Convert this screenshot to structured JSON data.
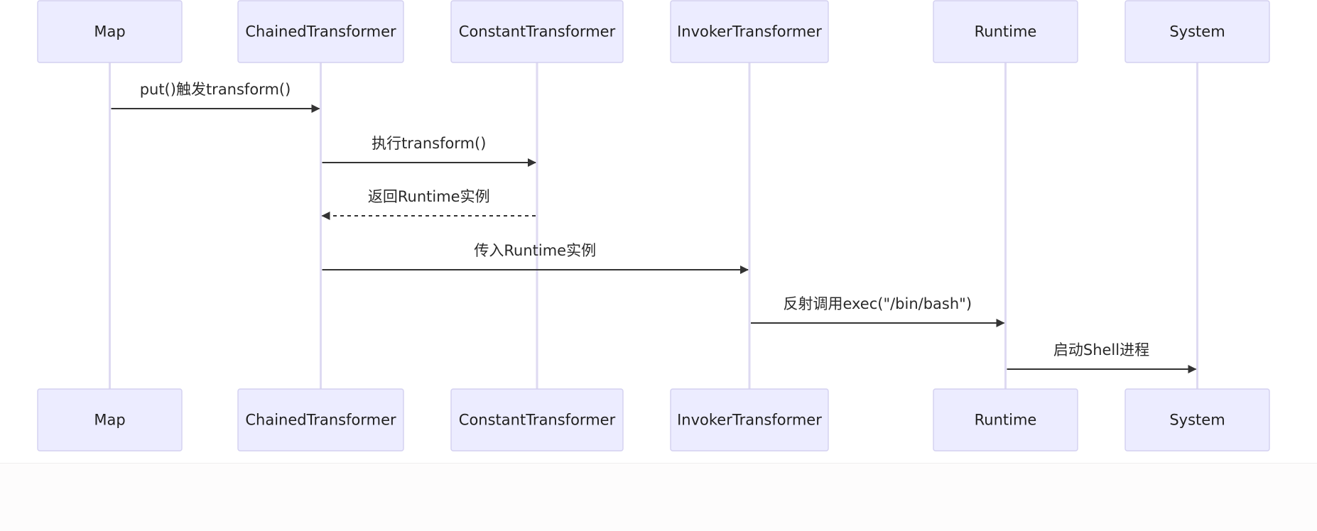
{
  "diagram": {
    "type": "sequence",
    "actors": [
      {
        "id": "map",
        "label": "Map"
      },
      {
        "id": "chained",
        "label": "ChainedTransformer"
      },
      {
        "id": "constant",
        "label": "ConstantTransformer"
      },
      {
        "id": "invoker",
        "label": "InvokerTransformer"
      },
      {
        "id": "runtime",
        "label": "Runtime"
      },
      {
        "id": "system",
        "label": "System"
      }
    ],
    "messages": [
      {
        "from": "map",
        "to": "chained",
        "label": "put()触发transform()",
        "style": "solid"
      },
      {
        "from": "chained",
        "to": "constant",
        "label": "执行transform()",
        "style": "solid"
      },
      {
        "from": "constant",
        "to": "chained",
        "label": "返回Runtime实例",
        "style": "dashed"
      },
      {
        "from": "chained",
        "to": "invoker",
        "label": "传入Runtime实例",
        "style": "solid"
      },
      {
        "from": "invoker",
        "to": "runtime",
        "label": "反射调用exec(\"/bin/bash\")",
        "style": "solid"
      },
      {
        "from": "runtime",
        "to": "system",
        "label": "启动Shell进程",
        "style": "solid"
      }
    ]
  },
  "colors": {
    "actor_fill": "#ECECFF",
    "actor_border": "#d3d0f0",
    "lifeline": "#dedaf2",
    "arrow": "#333333",
    "text": "#1f1f1f"
  }
}
